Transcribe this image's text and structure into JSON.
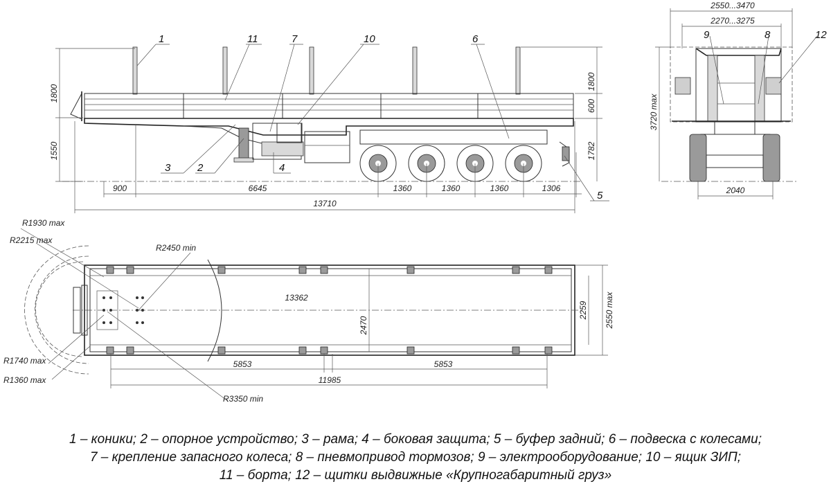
{
  "side_view": {
    "callouts": [
      "1",
      "11",
      "7",
      "10",
      "6",
      "3",
      "2",
      "4",
      "5"
    ],
    "dims_vertical": [
      "1800",
      "1550",
      "1800",
      "600",
      "1782"
    ],
    "dims_horizontal": [
      "900",
      "6645",
      "1360",
      "1360",
      "1360",
      "1306",
      "13710"
    ]
  },
  "rear_view": {
    "callouts": [
      "9",
      "8",
      "12"
    ],
    "dims": [
      "2550...3470",
      "2270...3275",
      "3720 max",
      "2040"
    ]
  },
  "plan_view": {
    "radii": [
      "R1930 max",
      "R2215 max",
      "R2450 min",
      "R1740 max",
      "R1360 max",
      "R3350 min"
    ],
    "dims": [
      "13362",
      "2470",
      "2259",
      "2550 max",
      "5853",
      "5853",
      "11985"
    ]
  },
  "legend": [
    "1 – коники; 2 – опорное устройство; 3 – рама; 4 – боковая защита; 5 – буфер задний; 6 – подвеска с колесами;",
    "7 – крепление запасного колеса; 8 – пневмопривод тормозов; 9 – электрооборудование; 10 – ящик ЗИП;",
    "11 – борта; 12 – щитки выдвижные «Крупногабаритный груз»"
  ]
}
